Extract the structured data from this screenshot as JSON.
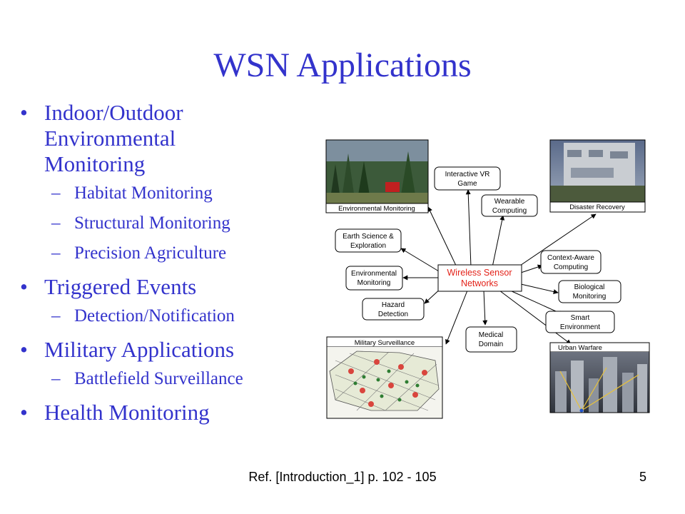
{
  "slide": {
    "title": "WSN Applications",
    "bullets": [
      {
        "text": "Indoor/Outdoor Environmental Monitoring",
        "line1": "Indoor/Outdoor Environmental",
        "line2": "Monitoring",
        "sub": [
          "Habitat Monitoring",
          "Structural Monitoring",
          "Precision Agriculture"
        ]
      },
      {
        "text": "Triggered Events",
        "sub": [
          "Detection/Notification"
        ]
      },
      {
        "text": "Military Applications",
        "sub": [
          "Battlefield Surveillance"
        ]
      },
      {
        "text": "Health Monitoring",
        "sub": []
      }
    ],
    "footer": {
      "reference": "Ref. [Introduction_1] p. 102 - 105",
      "page": "5"
    }
  },
  "diagram": {
    "hub": {
      "line1": "Wireless Sensor",
      "line2": "Networks",
      "color": "#e32219"
    },
    "nodes": {
      "interactive_vr": [
        "Interactive VR",
        "Game"
      ],
      "wearable": [
        "Wearable",
        "Computing"
      ],
      "earth_science": [
        "Earth Science &",
        "Exploration"
      ],
      "env_monitoring": [
        "Environmental",
        "Monitoring"
      ],
      "hazard": [
        "Hazard",
        "Detection"
      ],
      "medical": [
        "Medical",
        "Domain"
      ],
      "context_aware": [
        "Context-Aware",
        "Computing"
      ],
      "biological": [
        "Biological",
        "Monitoring"
      ],
      "smart_env": [
        "Smart",
        "Environment"
      ]
    },
    "photo_captions": {
      "environmental": "Environmental Monitoring",
      "disaster": "Disaster Recovery",
      "military": "Military Surveillance",
      "urban": "Urban Warfare"
    }
  }
}
